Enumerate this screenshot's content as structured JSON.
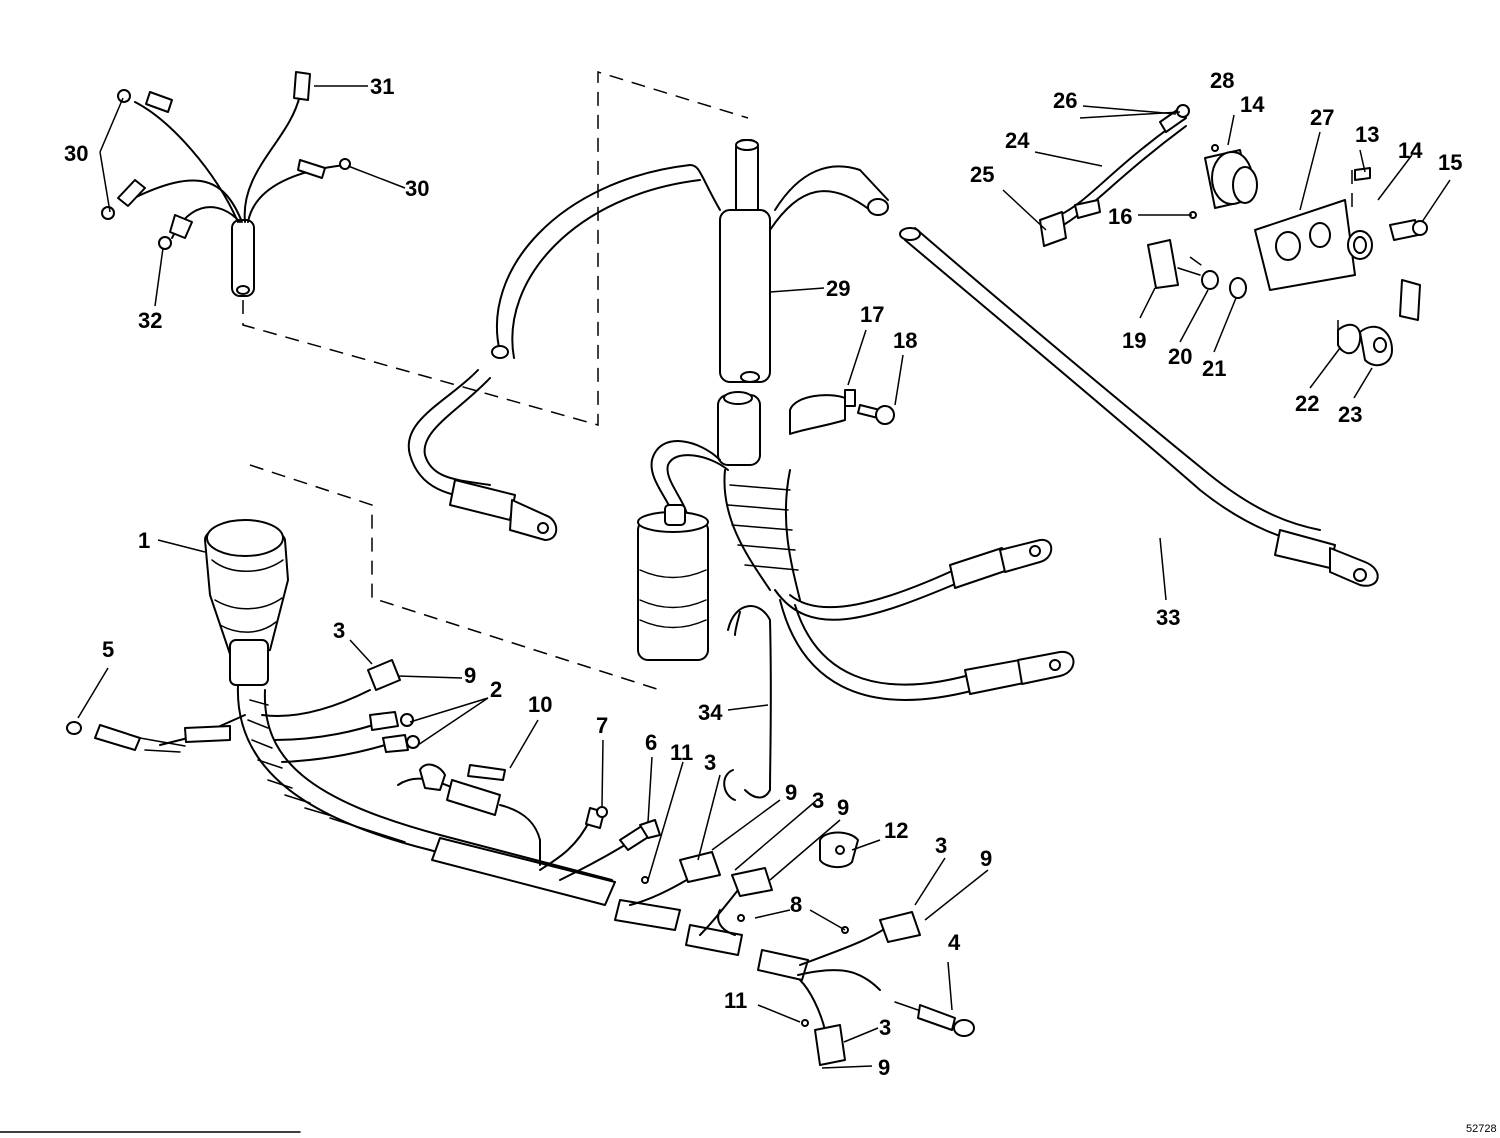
{
  "diagram": {
    "ref_code": "52728",
    "callouts": [
      {
        "id": "c1",
        "label": "1"
      },
      {
        "id": "c2",
        "label": "2"
      },
      {
        "id": "c3a",
        "label": "3"
      },
      {
        "id": "c3b",
        "label": "3"
      },
      {
        "id": "c3c",
        "label": "3"
      },
      {
        "id": "c3d",
        "label": "3"
      },
      {
        "id": "c3e",
        "label": "3"
      },
      {
        "id": "c4",
        "label": "4"
      },
      {
        "id": "c5",
        "label": "5"
      },
      {
        "id": "c6",
        "label": "6"
      },
      {
        "id": "c7",
        "label": "7"
      },
      {
        "id": "c8",
        "label": "8"
      },
      {
        "id": "c9a",
        "label": "9"
      },
      {
        "id": "c9b",
        "label": "9"
      },
      {
        "id": "c9c",
        "label": "9"
      },
      {
        "id": "c9d",
        "label": "9"
      },
      {
        "id": "c9e",
        "label": "9"
      },
      {
        "id": "c10",
        "label": "10"
      },
      {
        "id": "c11a",
        "label": "11"
      },
      {
        "id": "c11b",
        "label": "11"
      },
      {
        "id": "c12",
        "label": "12"
      },
      {
        "id": "c13",
        "label": "13"
      },
      {
        "id": "c14a",
        "label": "14"
      },
      {
        "id": "c14b",
        "label": "14"
      },
      {
        "id": "c15",
        "label": "15"
      },
      {
        "id": "c16",
        "label": "16"
      },
      {
        "id": "c17",
        "label": "17"
      },
      {
        "id": "c18",
        "label": "18"
      },
      {
        "id": "c19",
        "label": "19"
      },
      {
        "id": "c20",
        "label": "20"
      },
      {
        "id": "c21",
        "label": "21"
      },
      {
        "id": "c22",
        "label": "22"
      },
      {
        "id": "c23",
        "label": "23"
      },
      {
        "id": "c24",
        "label": "24"
      },
      {
        "id": "c25",
        "label": "25"
      },
      {
        "id": "c26",
        "label": "26"
      },
      {
        "id": "c27",
        "label": "27"
      },
      {
        "id": "c28",
        "label": "28"
      },
      {
        "id": "c29",
        "label": "29"
      },
      {
        "id": "c30a",
        "label": "30"
      },
      {
        "id": "c30b",
        "label": "30"
      },
      {
        "id": "c31",
        "label": "31"
      },
      {
        "id": "c32",
        "label": "32"
      },
      {
        "id": "c33",
        "label": "33"
      },
      {
        "id": "c34",
        "label": "34"
      }
    ]
  }
}
